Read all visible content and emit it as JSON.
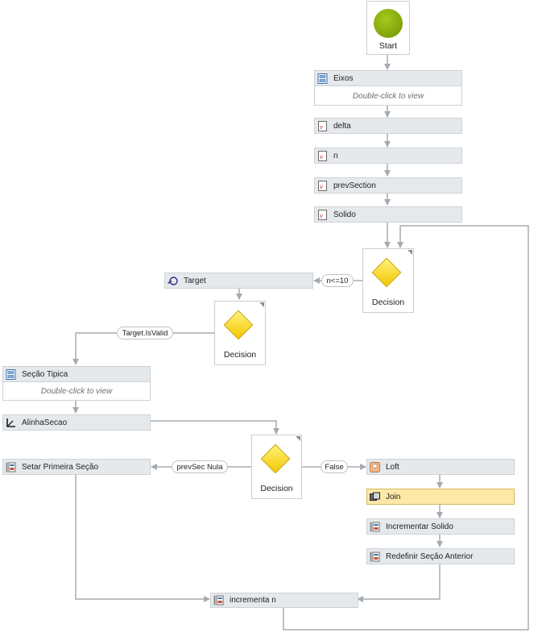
{
  "workflow": {
    "start": {
      "label": "Start"
    },
    "activities": {
      "eixos": {
        "label": "Eixos",
        "hint": "Double-click to view"
      },
      "delta": {
        "label": "delta"
      },
      "n": {
        "label": "n"
      },
      "prevSection": {
        "label": "prevSection"
      },
      "solido": {
        "label": "Solido"
      },
      "target": {
        "label": "Target"
      },
      "secao_tipica": {
        "label": "Seção Tipica",
        "hint": "Double-click to view"
      },
      "alinha_secao": {
        "label": "AlinhaSecao"
      },
      "setar_primeira": {
        "label": "Setar Primeira Seção"
      },
      "loft": {
        "label": "Loft"
      },
      "join": {
        "label": "Join"
      },
      "incrementar_solido": {
        "label": "Incrementar Solido"
      },
      "redefinir_secao": {
        "label": "Redefinir Seção Anterior"
      },
      "incrementa_n": {
        "label": "incrementa n"
      }
    },
    "decisions": {
      "loop": {
        "label": "Decision",
        "condition": "n<=10"
      },
      "target_valid": {
        "label": "Decision",
        "condition": "Target.IsValid"
      },
      "prev_null": {
        "label": "Decision",
        "condition_true": "prevSec Nula",
        "condition_false": "False"
      }
    }
  },
  "colors": {
    "wire": "#a7abb0",
    "activity_bg": "#e6e9ec",
    "selected_bg": "#fde8a8",
    "start_green": "#7ba70c",
    "decision_yellow": "#f7da1e"
  },
  "icons": {
    "sequence": "sequence-icon",
    "variable": "variable-script-icon",
    "target": "target-icon",
    "axis": "axis-icon",
    "assign": "assign-icon",
    "loft": "loft-icon",
    "join": "join-icon"
  }
}
